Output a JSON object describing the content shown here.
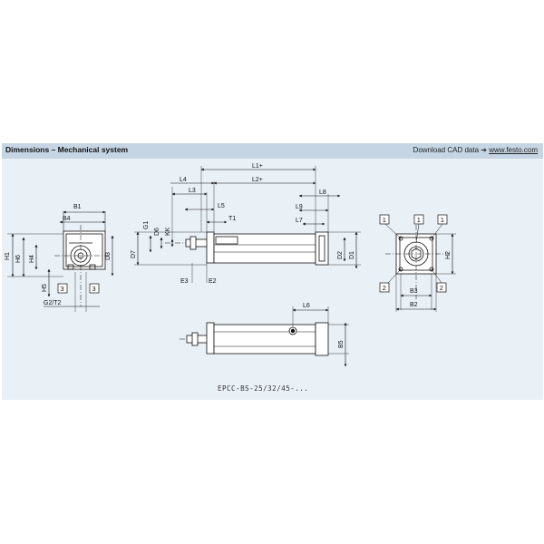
{
  "header": {
    "title": "Dimensions – Mechanical system",
    "download_label": "Download CAD data",
    "arrow": "➔",
    "link_text": "www.festo.com"
  },
  "model_code": "EPCC-BS-25/32/45-...",
  "callouts": {
    "one": "1",
    "two": "2",
    "three": "3"
  },
  "dims": {
    "L1": "L1+",
    "L2": "L2+",
    "L3": "L3",
    "L4": "L4",
    "L5": "L5",
    "L6": "L6",
    "L7": "L7",
    "L8": "L8",
    "L9": "L9",
    "T1": "T1",
    "B1": "B1",
    "B2": "B2",
    "B3": "B3",
    "B4": "B4",
    "B5": "B5",
    "D1": "D1",
    "D2": "D2",
    "D3": "D3",
    "D6": "D6",
    "D7": "D7",
    "G1": "G1",
    "KK": "KK",
    "H1": "H1",
    "H2": "H2",
    "H4": "H4",
    "H5": "H5",
    "H6": "H6",
    "E2": "E2",
    "E3": "E3",
    "G2T2": "G2/T2"
  }
}
